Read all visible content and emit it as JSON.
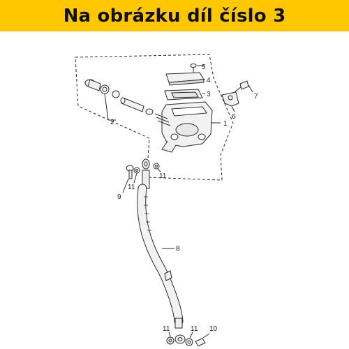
{
  "banner": {
    "text": "Na obrázku díl číslo 3",
    "background": "#ffc700"
  },
  "diagram": {
    "line_color": "#2a2a2a",
    "fill_color": "#f2f2f2",
    "part_labels": [
      {
        "id": "5",
        "text": "5"
      },
      {
        "id": "4",
        "text": "4"
      },
      {
        "id": "3",
        "text": "3"
      },
      {
        "id": "7",
        "text": "7"
      },
      {
        "id": "6",
        "text": "6"
      },
      {
        "id": "2",
        "text": "2"
      },
      {
        "id": "1",
        "text": "1"
      },
      {
        "id": "11a",
        "text": "11"
      },
      {
        "id": "11b",
        "text": "11"
      },
      {
        "id": "9",
        "text": "9"
      },
      {
        "id": "8",
        "text": "8"
      },
      {
        "id": "11c",
        "text": "11"
      },
      {
        "id": "11d",
        "text": "11"
      },
      {
        "id": "10",
        "text": "10"
      }
    ]
  }
}
